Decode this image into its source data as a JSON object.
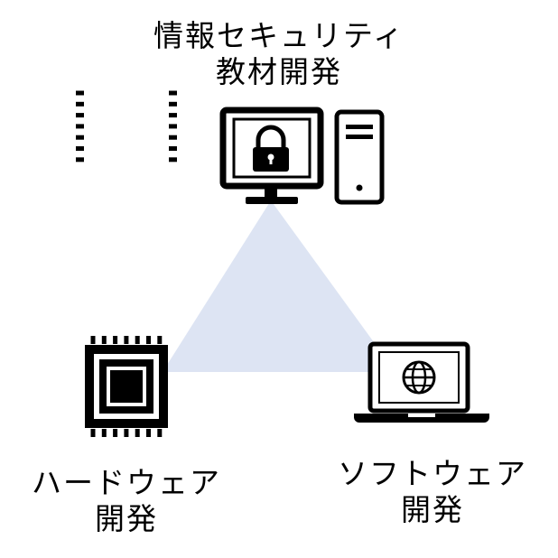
{
  "nodes": [
    {
      "id": "security",
      "lines": [
        "情報セキュリティ",
        "教材開発"
      ],
      "icon": "monitor-lock-icon"
    },
    {
      "id": "hardware",
      "lines": [
        "ハードウェア",
        "開発"
      ],
      "icon": "cpu-chip-icon"
    },
    {
      "id": "software",
      "lines": [
        "ソフトウェア",
        "開発"
      ],
      "icon": "laptop-globe-icon"
    }
  ],
  "colors": {
    "triangle_fill": "#dde4f3",
    "ink": "#000000",
    "background": "#ffffff"
  }
}
